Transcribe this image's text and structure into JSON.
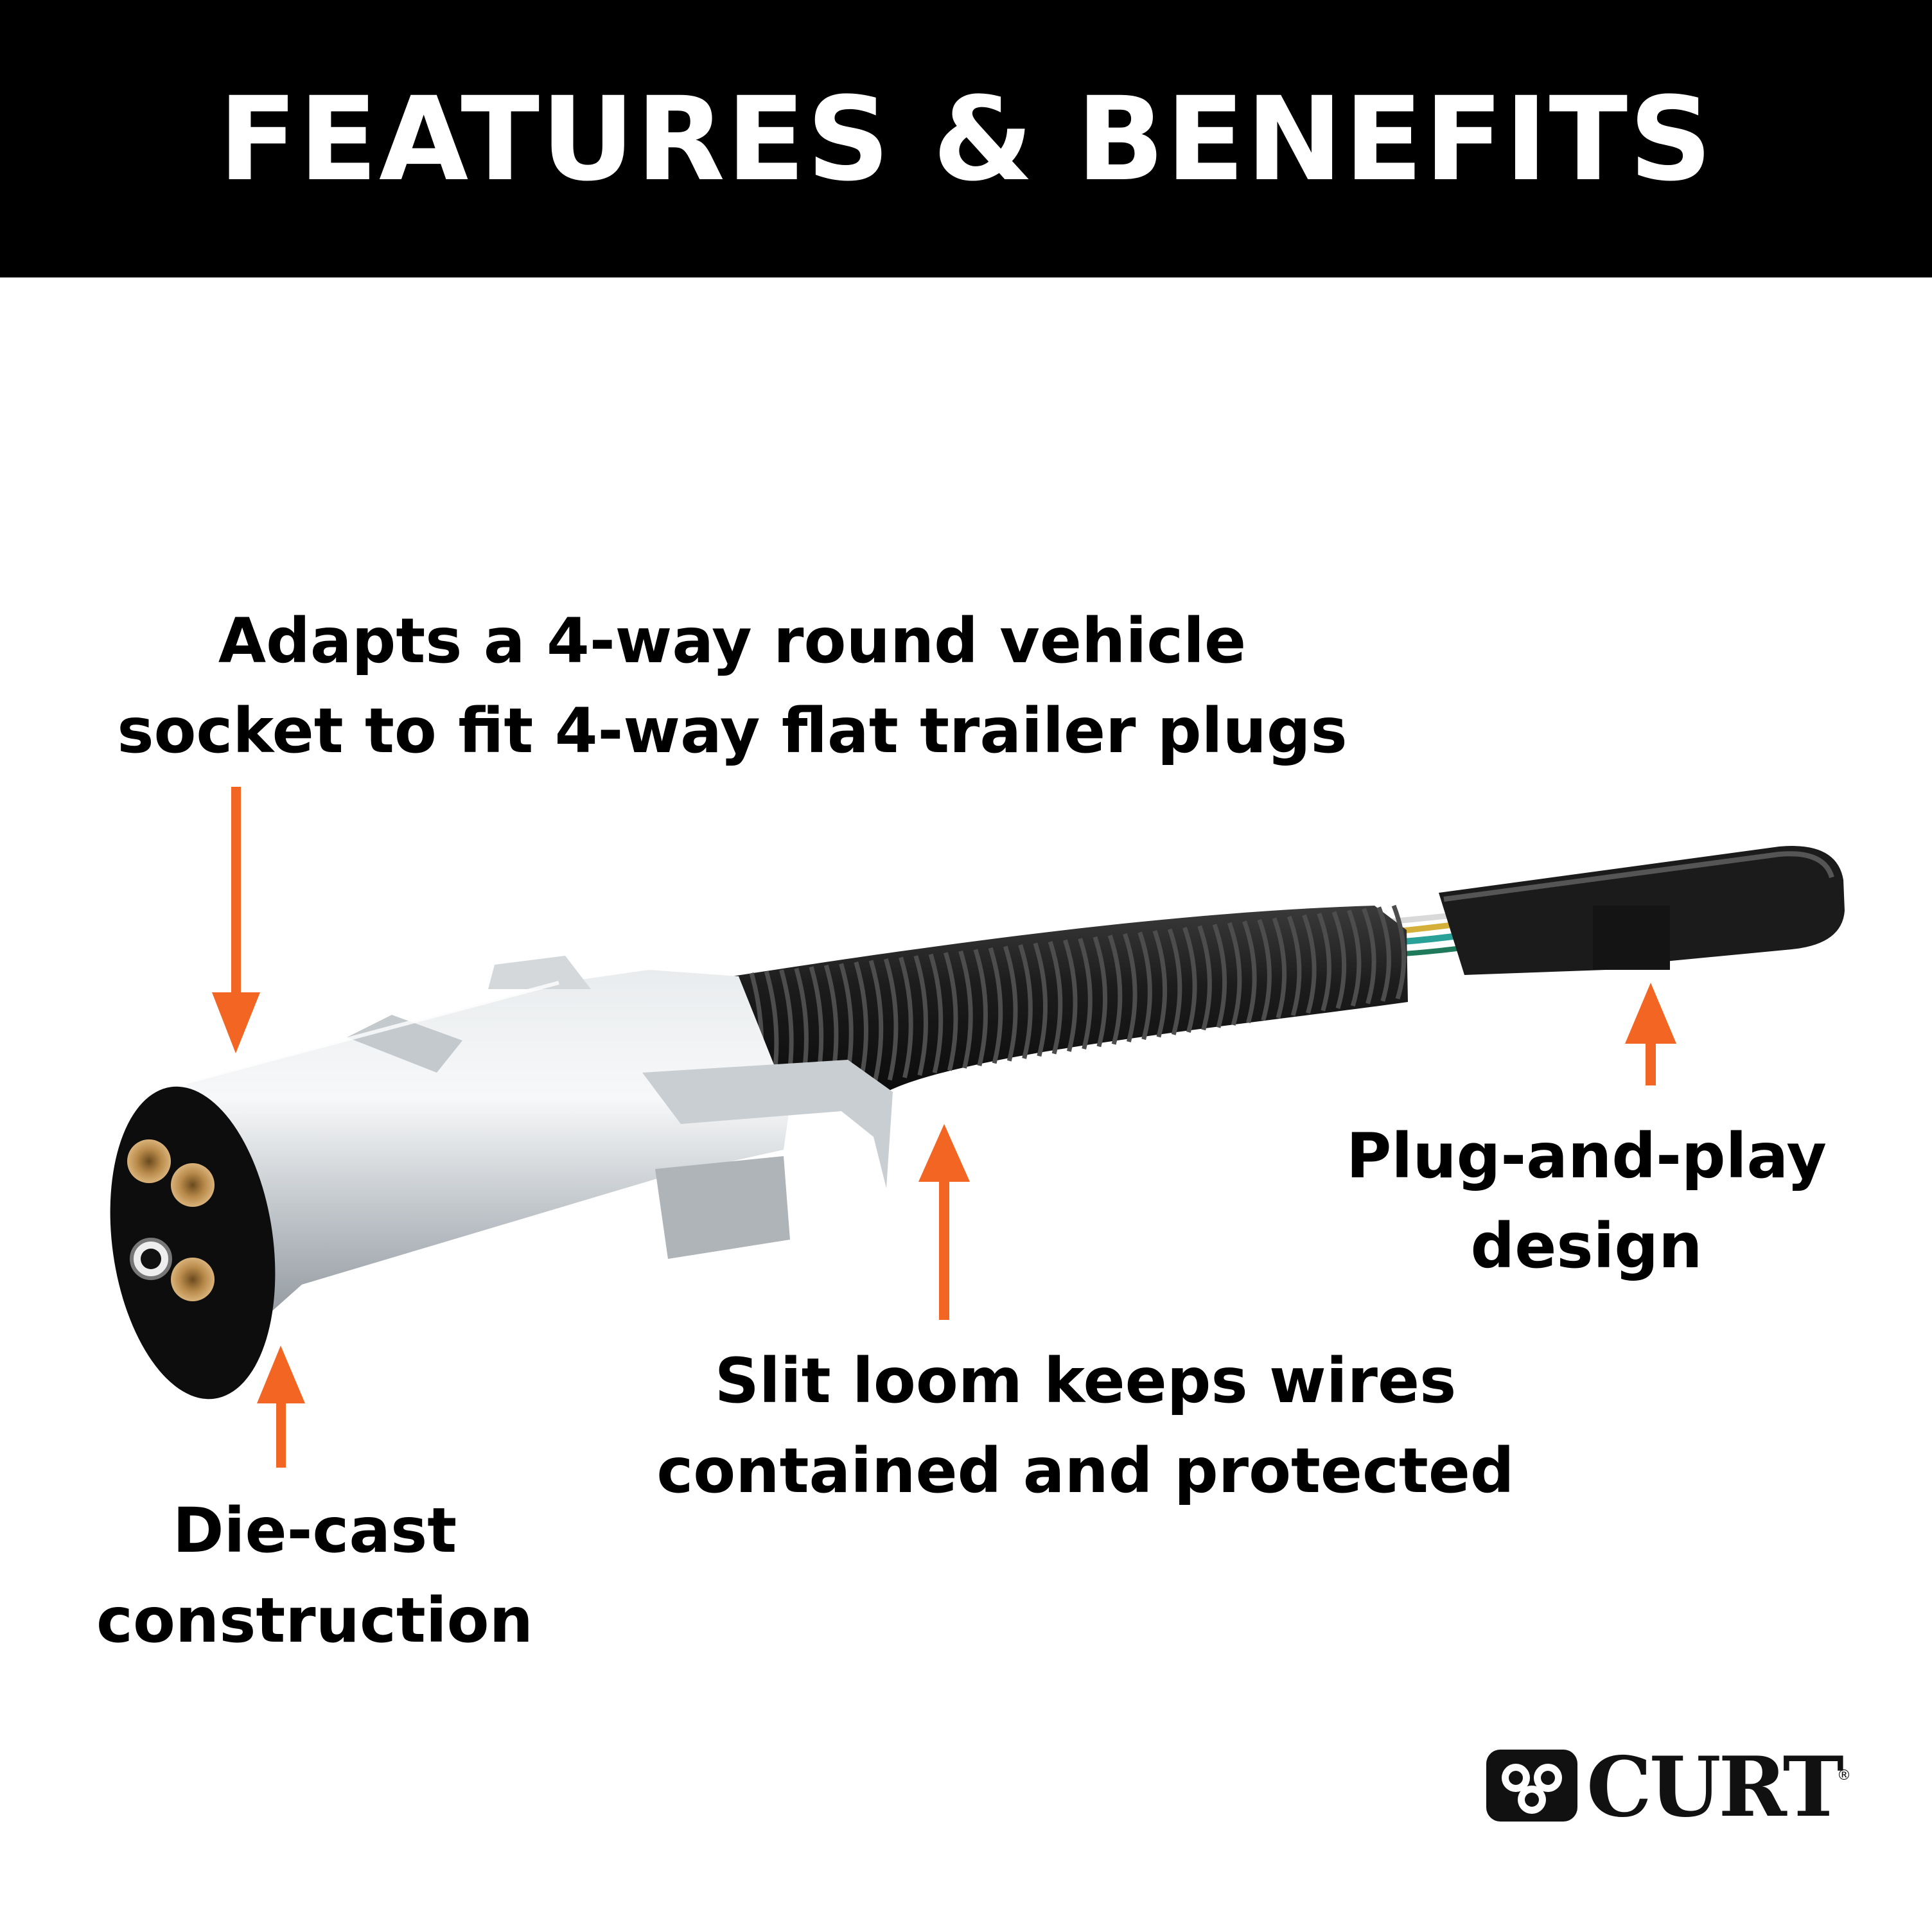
{
  "banner": {
    "title": "FEATURES & BENEFITS",
    "background": "#000000",
    "text_color": "#ffffff"
  },
  "callouts": {
    "adapts": {
      "line1": "Adapts a 4-way round vehicle",
      "line2": "socket to fit 4-way flat trailer plugs"
    },
    "diecast": {
      "line1": "Die-cast",
      "line2": "construction"
    },
    "loom": {
      "line1": "Slit loom keeps wires",
      "line2": "contained and protected"
    },
    "plug": {
      "line1": "Plug-and-play",
      "line2": "design"
    }
  },
  "arrow_color": "#f26522",
  "brand": {
    "name": "CURT",
    "mark": "®"
  }
}
